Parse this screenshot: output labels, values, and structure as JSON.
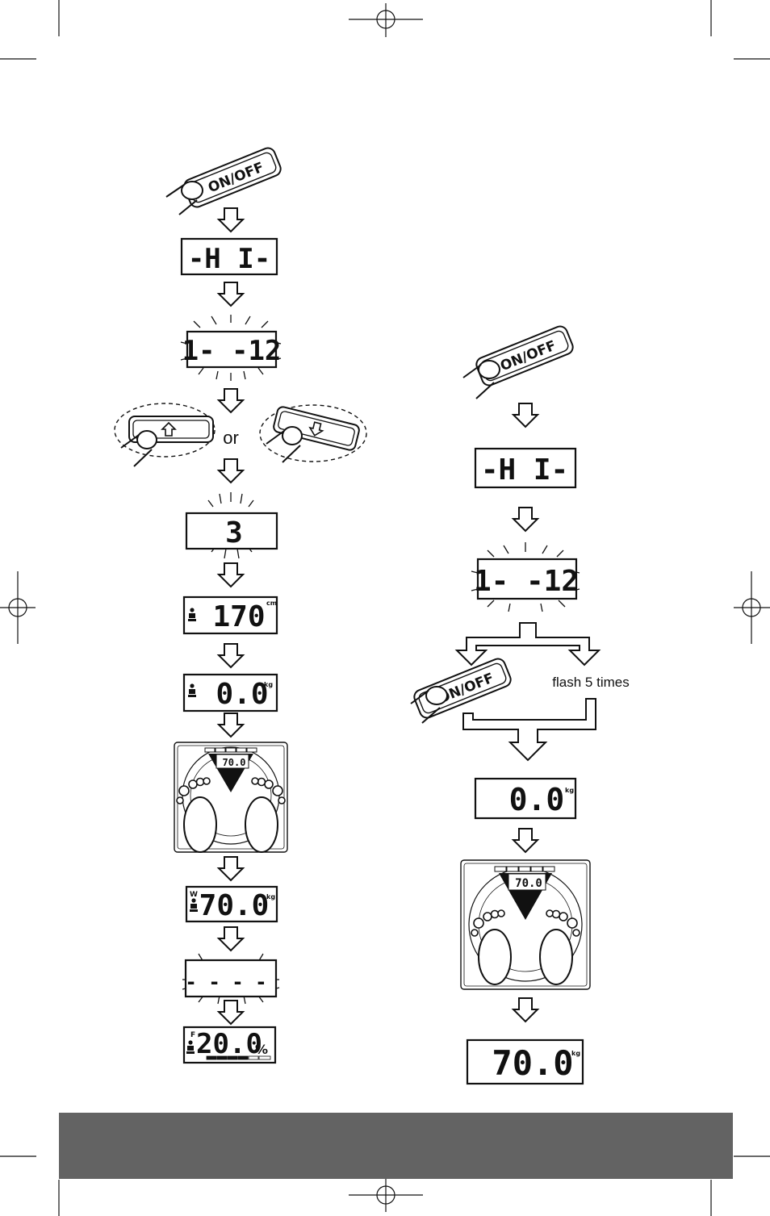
{
  "colors": {
    "ink": "#111111",
    "footer": "#636363",
    "paper": "#ffffff"
  },
  "buttons": {
    "on_off": "ON/OFF",
    "up_icon": "arrow-up-icon",
    "down_icon": "arrow-down-icon"
  },
  "left_column": {
    "greeting": "-H I-",
    "user_range": "1- -12",
    "or_label": "or",
    "selected_user": "3",
    "height_value": "170",
    "height_unit": "cm",
    "zero_weight": "0.0",
    "weight_unit": "kg",
    "scale_readout": "70.0",
    "weight_value": "70.0",
    "weight_flag": "W",
    "dashes": "- - - -",
    "fat_flag": "F",
    "fat_value": "20.0",
    "fat_unit": "%"
  },
  "right_column": {
    "greeting": "-H I-",
    "user_range": "1- -12",
    "flash_label": "flash 5 times",
    "zero_weight": "0.0",
    "weight_unit": "kg",
    "scale_readout": "70.0",
    "weight_value": "70.0"
  }
}
